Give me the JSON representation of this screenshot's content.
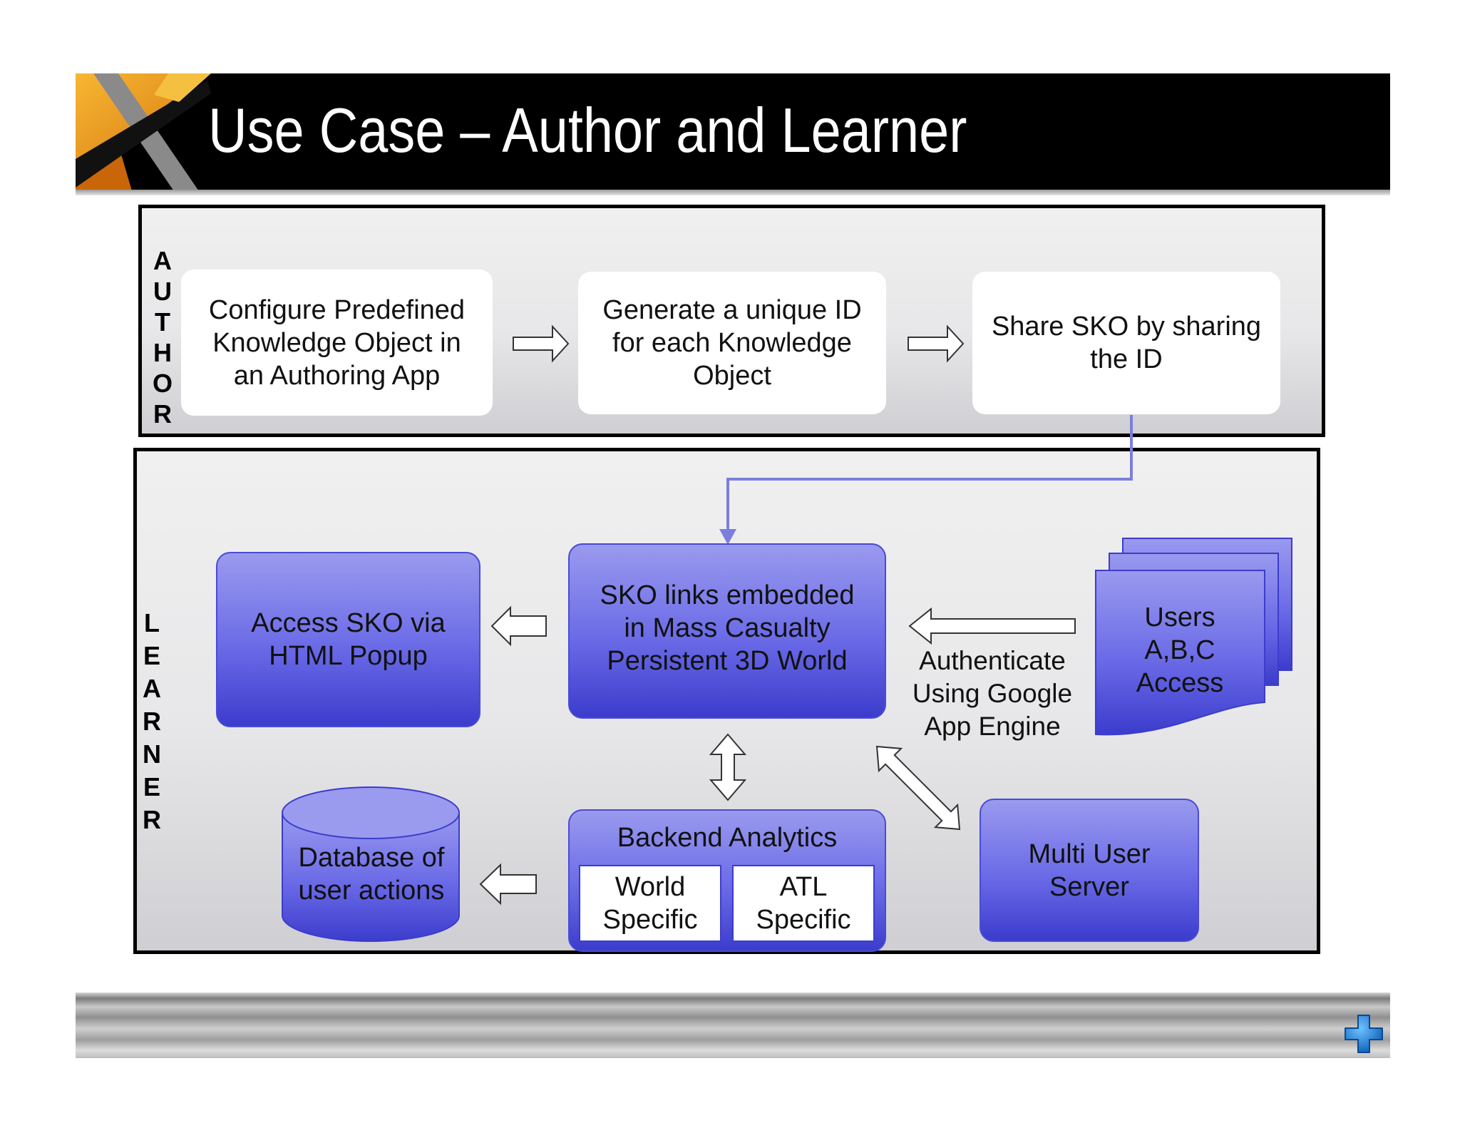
{
  "slide": {
    "title": "Use Case – Author and Learner"
  },
  "author": {
    "label_letters": [
      "A",
      "U",
      "T",
      "H",
      "O",
      "R"
    ],
    "steps": [
      {
        "lines": [
          "Configure Predefined",
          "Knowledge Object in",
          "an Authoring App"
        ]
      },
      {
        "lines": [
          "Generate a unique ID",
          "for each Knowledge",
          "Object"
        ]
      },
      {
        "lines": [
          "Share SKO by sharing",
          "the ID"
        ]
      }
    ]
  },
  "learner": {
    "label_letters": [
      "L",
      "E",
      "A",
      "R",
      "N",
      "E",
      "R"
    ],
    "access": {
      "lines": [
        "Access SKO via",
        "HTML Popup"
      ]
    },
    "sko": {
      "lines": [
        "SKO links embedded",
        "in Mass Casualty",
        "Persistent  3D World"
      ]
    },
    "users": {
      "lines": [
        "Users",
        "A,B,C",
        "Access"
      ]
    },
    "auth": {
      "lines": [
        "Authenticate",
        "Using Google",
        "App Engine"
      ]
    },
    "database": {
      "lines": [
        "Database of",
        "user actions"
      ]
    },
    "backend": {
      "title": "Backend Analytics",
      "cells": [
        {
          "lines": [
            "World",
            "Specific"
          ]
        },
        {
          "lines": [
            "ATL",
            "Specific"
          ]
        }
      ]
    },
    "multi_user": {
      "lines": [
        "Multi User",
        "Server"
      ]
    }
  },
  "colors": {
    "header_bg": "#000000",
    "box_blue": "#5a5ae0",
    "connector": "#7b7fdc",
    "logo_blue": "#1e88e5"
  },
  "icons": [
    "corner-stripes-logo",
    "blue-cross-logo"
  ]
}
